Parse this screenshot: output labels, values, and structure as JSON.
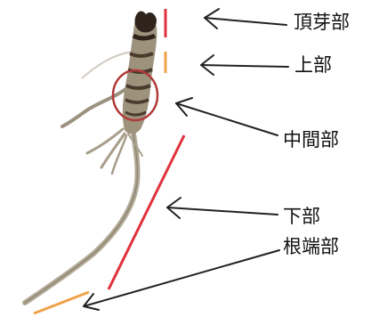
{
  "labels": {
    "apex": "頂芽部",
    "upper": "上部",
    "middle": "中間部",
    "lower": "下部",
    "tip": "根端部"
  },
  "colors": {
    "red_marker": "#e0323c",
    "orange_marker": "#f0a24a",
    "circle": "#b03a3a",
    "arrow": "#222222",
    "root_body": "#a49a8a",
    "root_dark": "#3a2e24"
  },
  "icons": {
    "arrow": "left-pointing-arrow",
    "root": "ginseng-root-photo"
  }
}
